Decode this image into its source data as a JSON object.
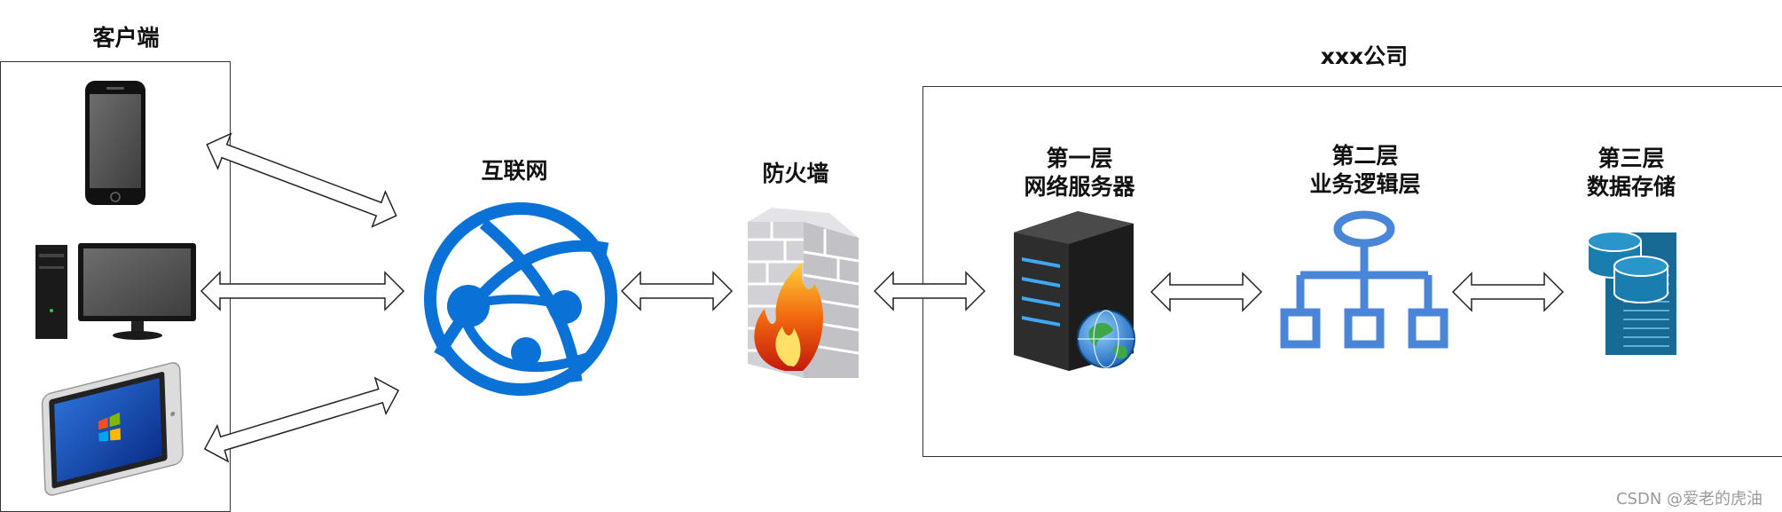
{
  "client": {
    "title": "客户端"
  },
  "internet": {
    "label": "互联网"
  },
  "firewall": {
    "label": "防火墙"
  },
  "company": {
    "title": "xxx公司",
    "tiers": [
      {
        "line1": "第一层",
        "line2": "网络服务器"
      },
      {
        "line1": "第二层",
        "line2": "业务逻辑层"
      },
      {
        "line1": "第三层",
        "line2": "数据存储"
      }
    ]
  },
  "watermark": "CSDN @爱老的虎油",
  "colors": {
    "accent_blue": "#0a72d6",
    "logic_blue": "#4a86d8",
    "storage_blue": "#176a94"
  },
  "icons": [
    "smartphone-icon",
    "desktop-computer-icon",
    "tablet-icon",
    "globe-network-icon",
    "firewall-icon",
    "server-icon",
    "hierarchy-icon",
    "database-storage-icon"
  ]
}
